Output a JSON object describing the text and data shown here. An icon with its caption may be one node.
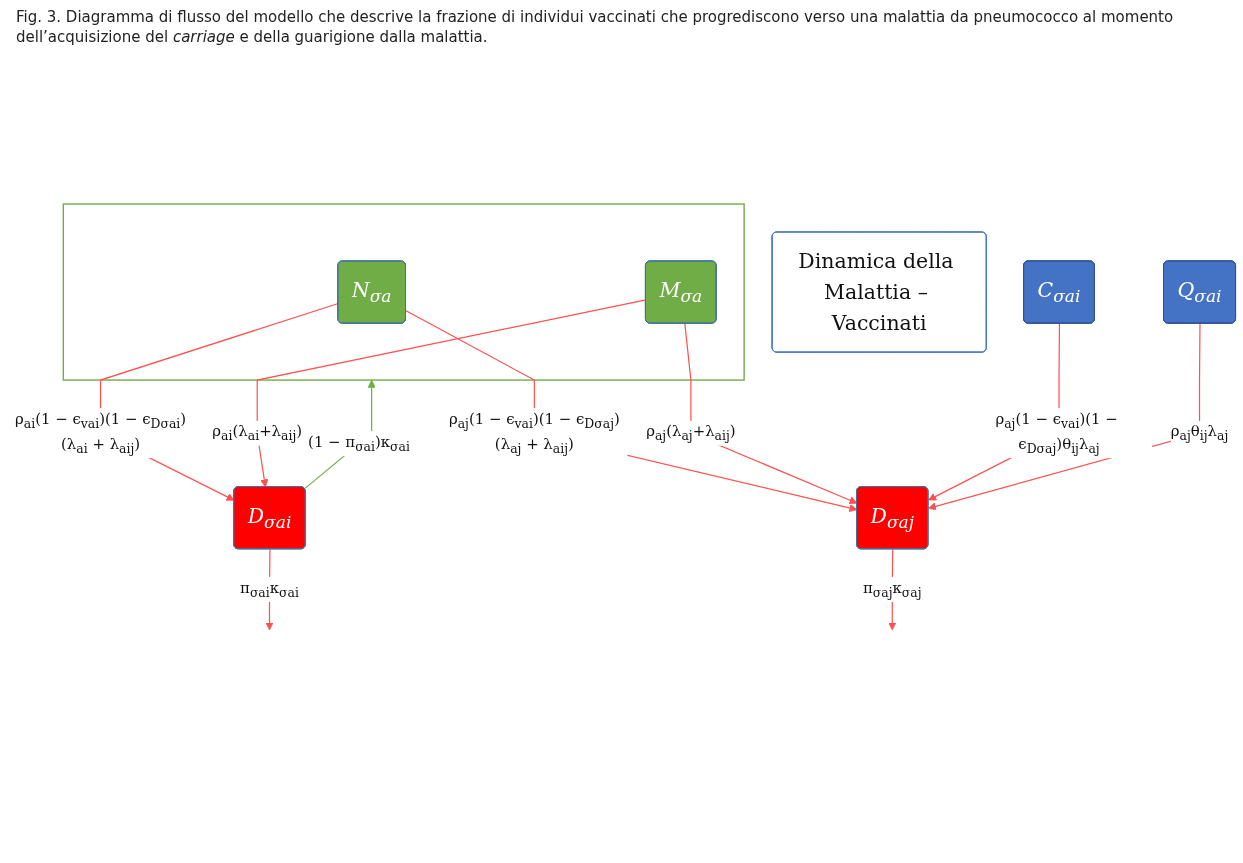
{
  "diagram": {
    "caption": "Fig. 3. Diagramma di flusso del modello che descrive la frazione di individui vaccinati che progrediscono verso una malattia da pneumococco al momento dell’acquisizione del *carriage* e della guarigione dalla malattia.",
    "nodes": [
      {
        "text": [
          "Dinamica della Malattia – Vaccinati"
        ]
      },
      {
        "text": [],
        "shape": "box"
      },
      {
        "text": [
          "N$_{σa}$"
        ],
        "in": 1
      },
      {
        "text": [
          "M$_{σa}$"
        ],
        "in": 1
      },
      {
        "text": [
          "C$_{σai}$"
        ]
      },
      {
        "text": [
          "Q$_{σai}$"
        ]
      },
      {
        "text": [
          "D$_{σai}$"
        ]
      },
      {
        "text": [
          "D$_{σaj}$"
        ]
      }
    ],
    "edges": [
      {
        "from": 2,
        "to": 6,
        "arrow": "to",
        "label": "ρ$_{ai}$(1 − ϵ$_{vai}$)(1 − ϵ$_{Dσai}$)(λ$_{ai}$ + λ$_{aij}$)"
      },
      {
        "from": 2,
        "to": 7,
        "arrow": "to",
        "label": "ρ$_{aj}$(1 − ϵ$_{vai}$)(1 − ϵ$_{Dσaj}$)(λ$_{aj}$ + λ$_{aij}$)"
      },
      {
        "from": 3,
        "to": 6,
        "arrow": "to",
        "label": "ρ$_{ai}$(λ$_{ai}$+λ$_{aij}$)"
      },
      {
        "from": 3,
        "to": 7,
        "arrow": "to",
        "label": "ρ$_{aj}$(λ$_{aj}$+λ$_{aij}$)"
      },
      {
        "from": 4,
        "to": 7,
        "arrow": "to",
        "label": "ρ$_{aj}$(1 − ϵ$_{vai}$)(1 − ϵ$_{Dσaj}$)θ$_{ij}$λ$_{aj}$"
      },
      {
        "from": 5,
        "to": 7,
        "arrow": "to",
        "label": "ρ$_{aj}$θ$_{ij}$λ$_{aj}$"
      },
      {
        "from": 6,
        "to": 1,
        "arrow": "to",
        "label": "(1 − π$_{σai}$)κ$_{σai}$",
        "color": "#70ad47"
      },
      {
        "from": 6,
        "to": null,
        "arrow": "to",
        "label": "π$_{σai}$κ$_{σai}$"
      },
      {
        "from": 7,
        "to": null,
        "arrow": "to",
        "label": "π$_{σaj}$κ$_{σaj}$"
      }
    ]
  }
}
